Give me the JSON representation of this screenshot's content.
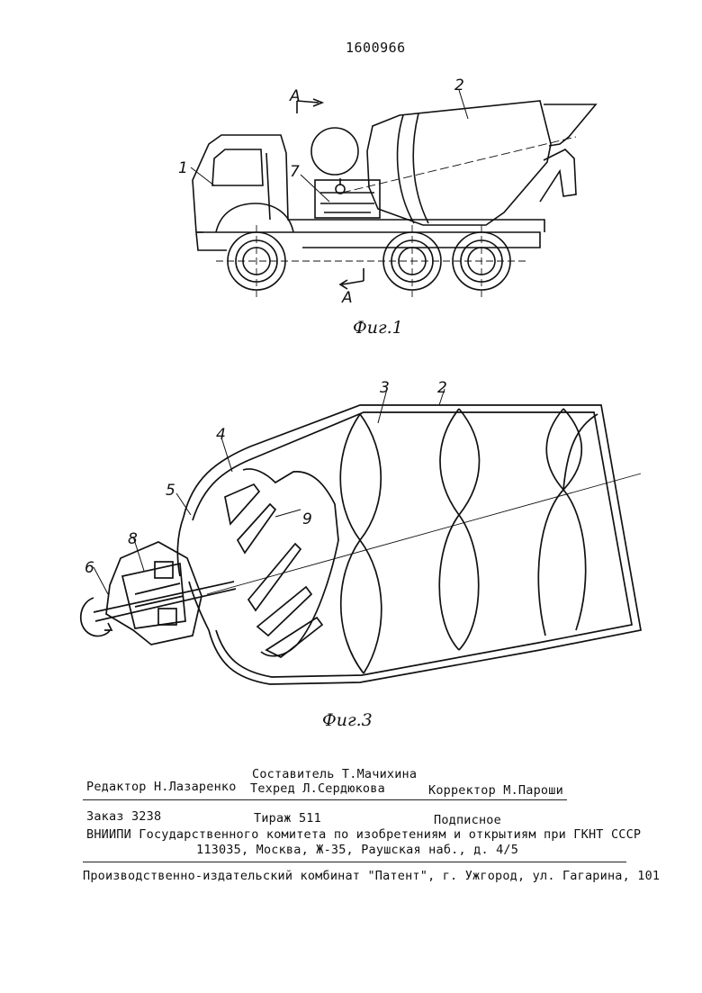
{
  "patent_number": "1600966",
  "figure1": {
    "caption": "Фиг.1",
    "section_label_top": "A",
    "section_label_bottom": "A",
    "refs": {
      "cab": "1",
      "drum": "2",
      "tank": "7"
    }
  },
  "figure3": {
    "caption": "Фиг.3",
    "refs": {
      "drum": "2",
      "spiral": "3",
      "blade": "4",
      "bottom": "5",
      "shaft": "6",
      "drive": "8",
      "plates": "9"
    }
  },
  "colophon": {
    "compiler": "Составитель Т.Мачихина",
    "editor": "Редактор Н.Лазаренко",
    "techred": "Техред Л.Сердюкова",
    "corrector": "Корректор М.Пароши",
    "order": "Заказ 3238",
    "circulation": "Тираж 511",
    "subscription": "Подписное",
    "org_line": "ВНИИПИ Государственного комитета по изобретениям и открытиям при ГКНТ СССР",
    "address_line": "113035, Москва, Ж-35, Раушская наб., д. 4/5",
    "publisher_line": "Производственно-издательский комбинат \"Патент\", г. Ужгород, ул. Гагарина, 101"
  }
}
